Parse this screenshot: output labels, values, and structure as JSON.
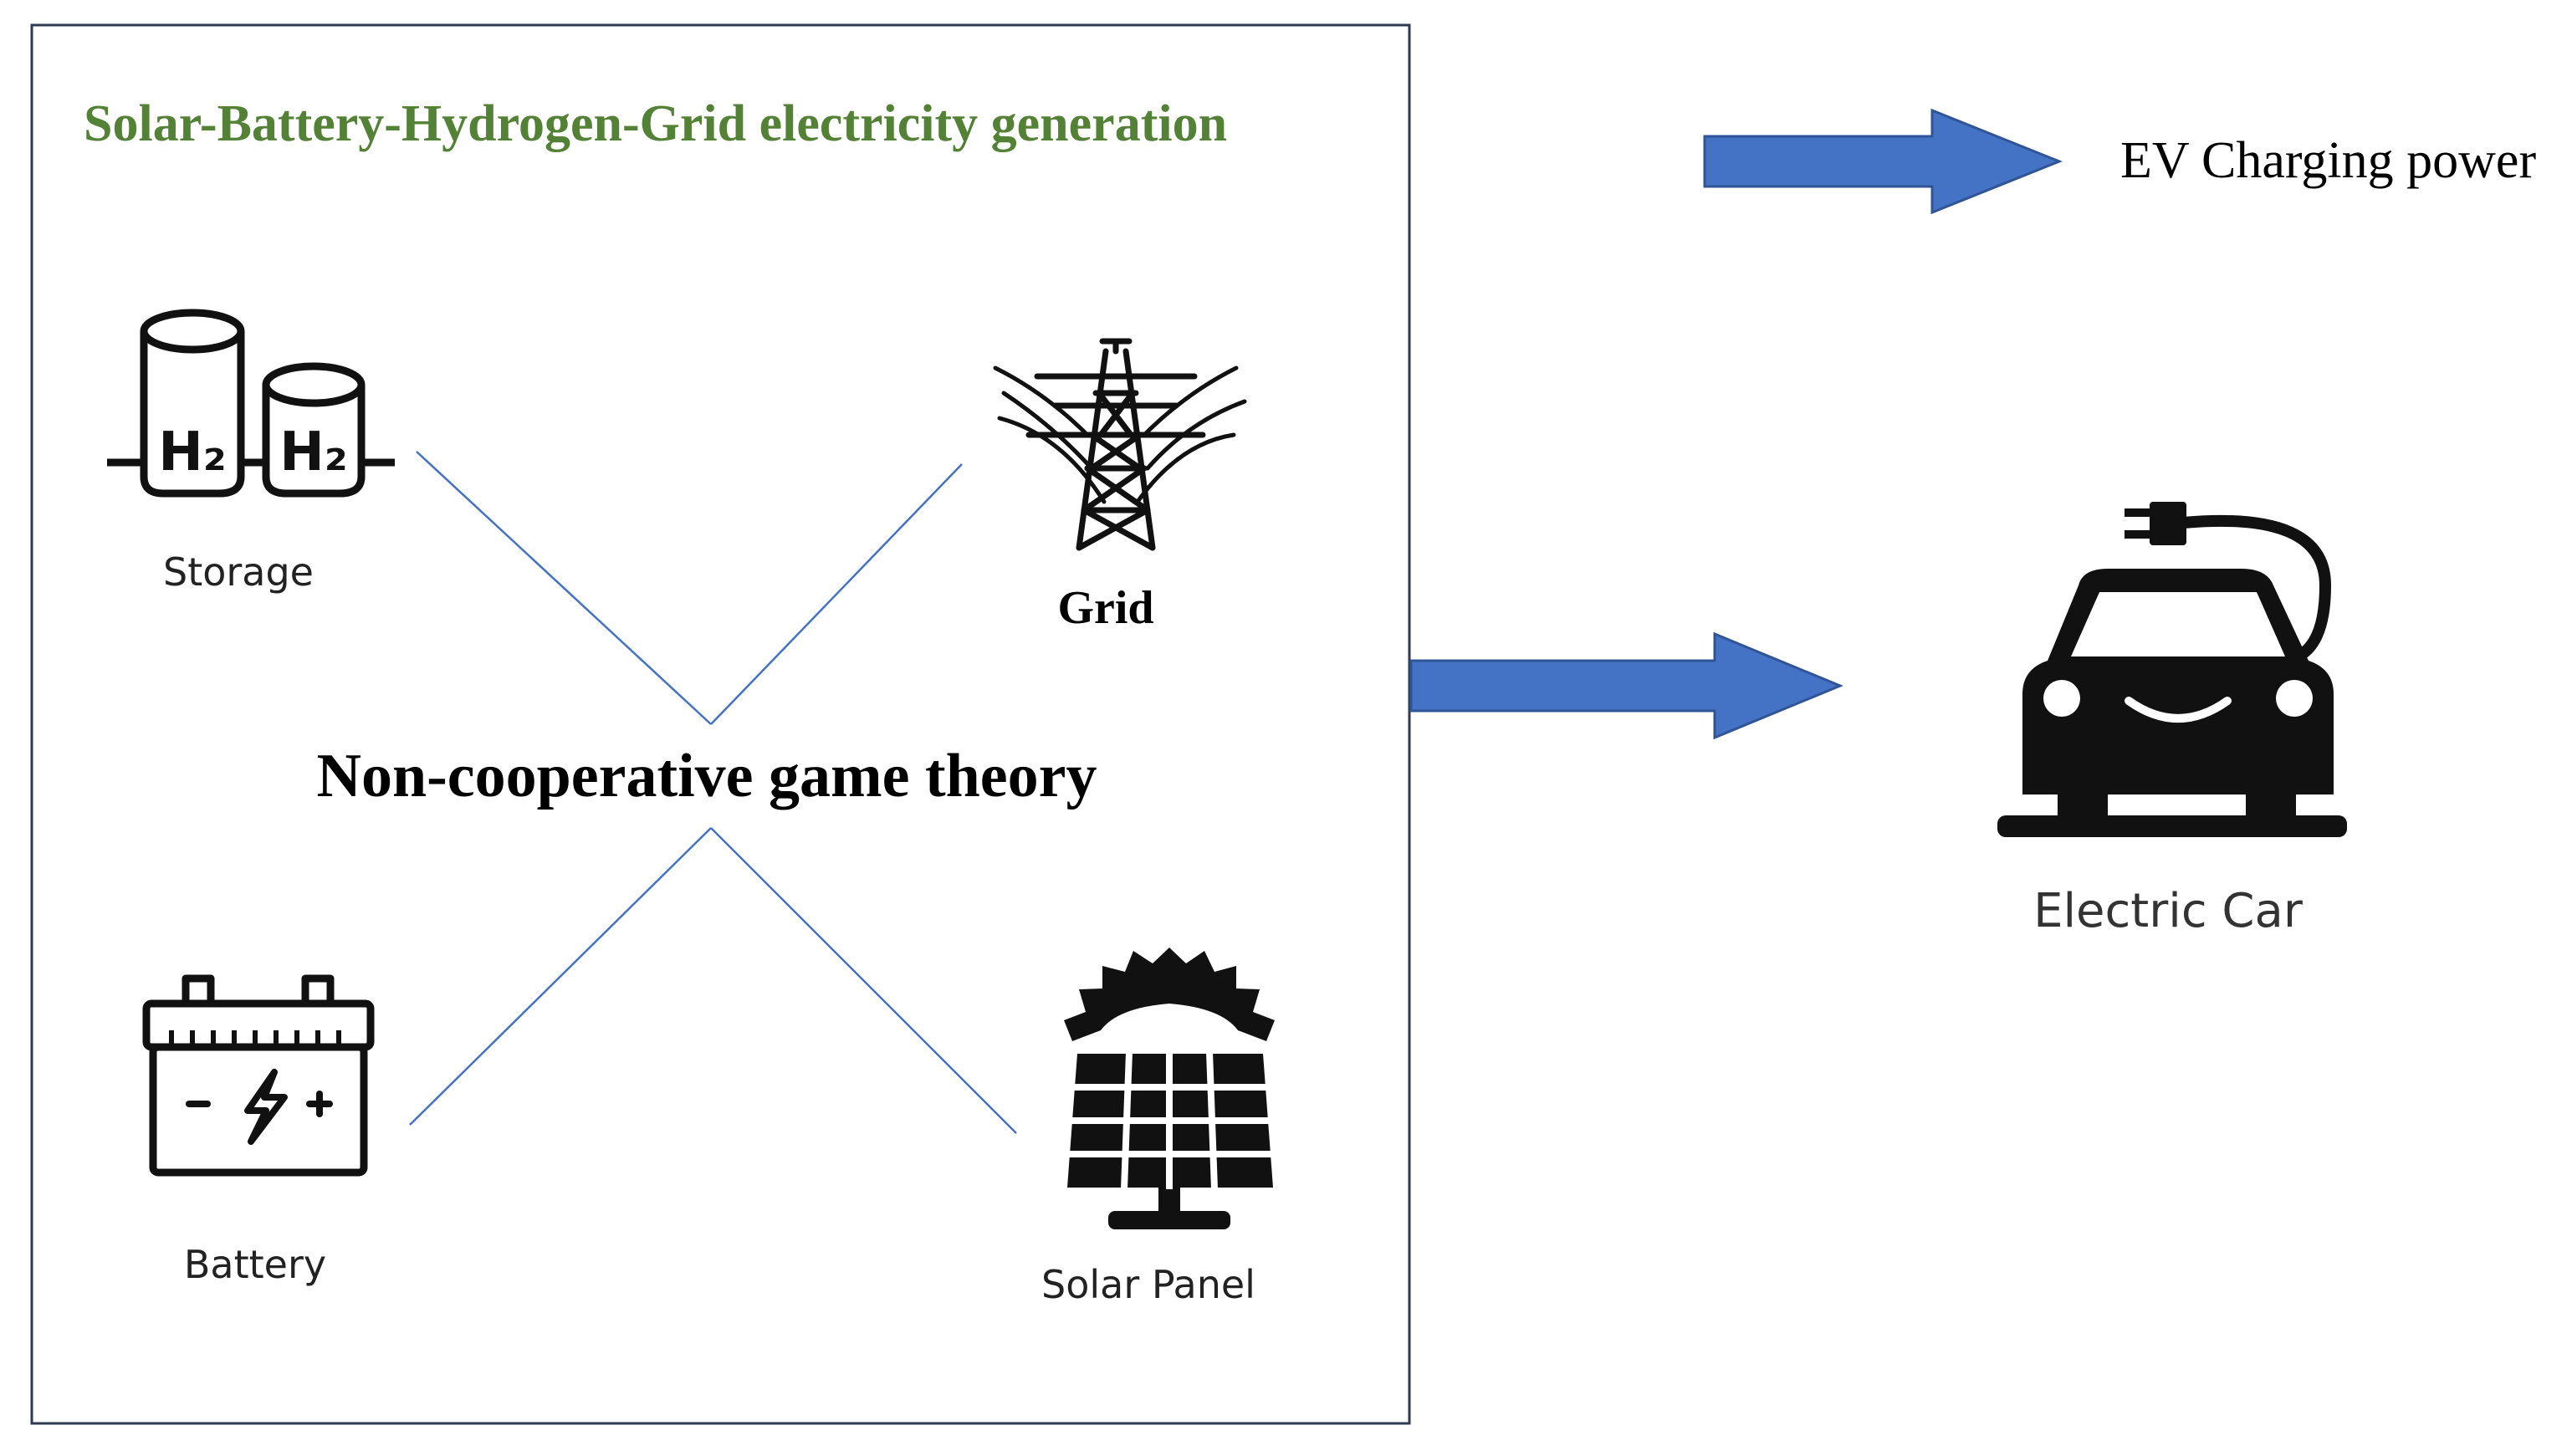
{
  "title": "Solar-Battery-Hydrogen-Grid electricity generation",
  "center_label": "Non-cooperative game theory",
  "legend_label": "EV Charging power",
  "nodes": {
    "storage": {
      "label": "Storage",
      "icon": "hydrogen-tanks-icon",
      "tank_text": "H₂"
    },
    "grid": {
      "label": "Grid",
      "icon": "power-tower-icon"
    },
    "battery": {
      "label": "Battery",
      "icon": "battery-icon"
    },
    "solar": {
      "label": "Solar Panel",
      "icon": "solar-panel-icon"
    },
    "car": {
      "label": "Electric Car",
      "icon": "electric-car-icon"
    }
  },
  "colors": {
    "title": "#538135",
    "arrow_fill": "#4472C4",
    "arrow_stroke": "#2F5597",
    "connector": "#4472C4",
    "box_border": "#2F3B52",
    "icon": "#111111"
  }
}
